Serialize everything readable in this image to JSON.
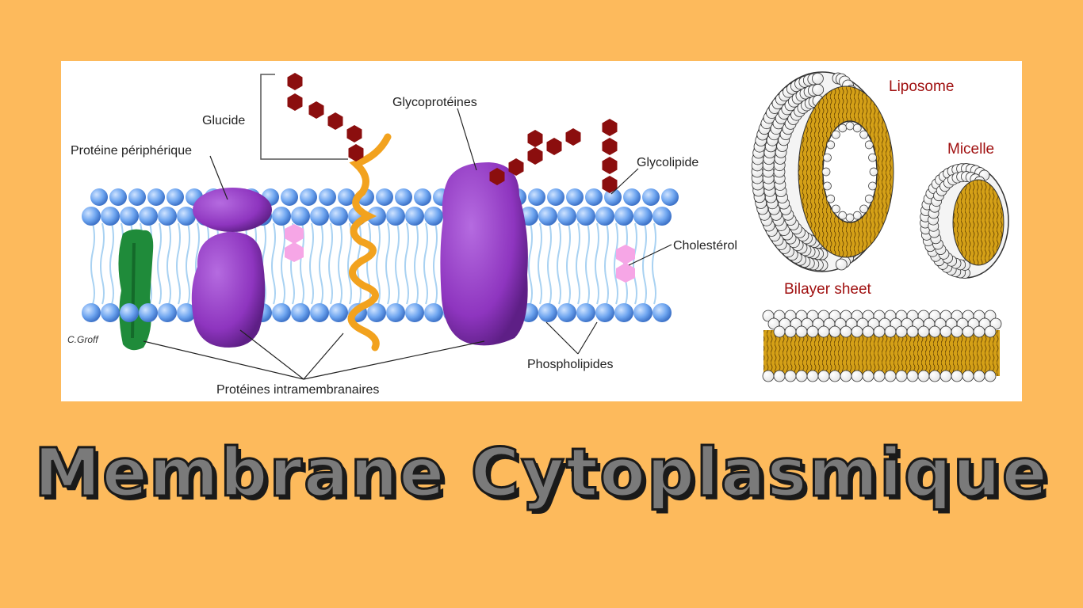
{
  "diagram": {
    "labels": {
      "glucide": "Glucide",
      "glycoproteines": "Glycoprotéines",
      "proteine_peripherique": "Protéine périphérique",
      "glycolipide": "Glycolipide",
      "cholesterol": "Cholestérol",
      "phospholipides": "Phospholipides",
      "proteines_intramembranaires": "Protéines intramembranaires"
    },
    "signature": "C.Groff"
  },
  "structures": {
    "liposome": "Liposome",
    "micelle": "Micelle",
    "bilayer_sheet": "Bilayer sheet"
  },
  "colors": {
    "background": "#FDBA5C",
    "head": "#6FA6F0",
    "tail": "#A9D2F2",
    "protein": "#8E35BF",
    "glucide": "#8B0E0E",
    "green_protein": "#1F8B3A",
    "orange_chain": "#F2A21E",
    "cholesterol": "#F6A6E6",
    "lipid_tail": "#D4A017",
    "label_red": "#A01010"
  },
  "page_title": "Membrane Cytoplasmique"
}
